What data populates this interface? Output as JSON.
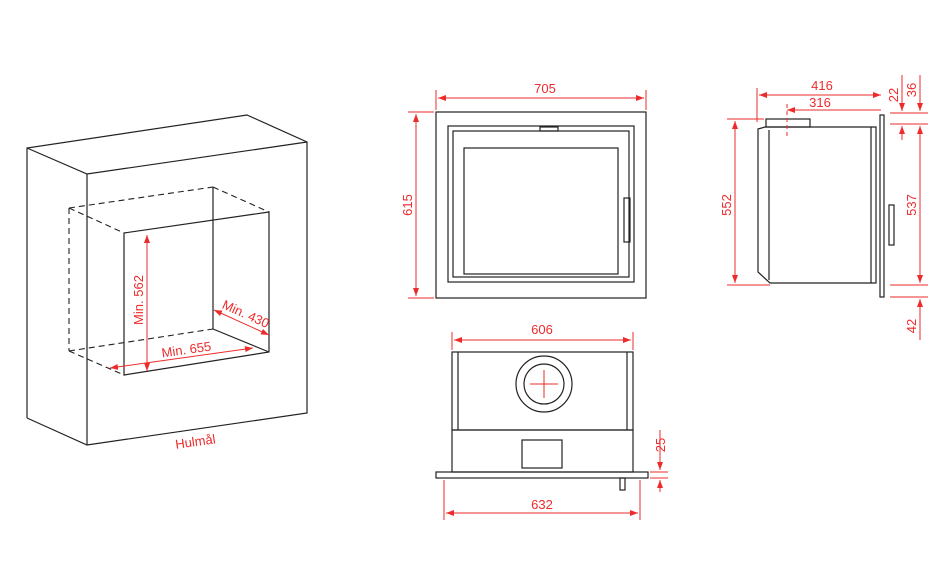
{
  "iso_view": {
    "height": "Min. 562",
    "width": "Min. 655",
    "depth": "Min. 430",
    "caption": "Hulmål"
  },
  "front_view": {
    "width": "705",
    "height": "615"
  },
  "top_view": {
    "width_top": "606",
    "width_bottom": "632",
    "flange": "25"
  },
  "side_view": {
    "depth_total": "416",
    "depth_inner": "316",
    "height_total": "552",
    "height_inner": "537",
    "offset_a": "22",
    "offset_b": "36",
    "offset_bottom": "42"
  },
  "colors": {
    "dimension": "#ee2b2b",
    "line": "#222222"
  }
}
